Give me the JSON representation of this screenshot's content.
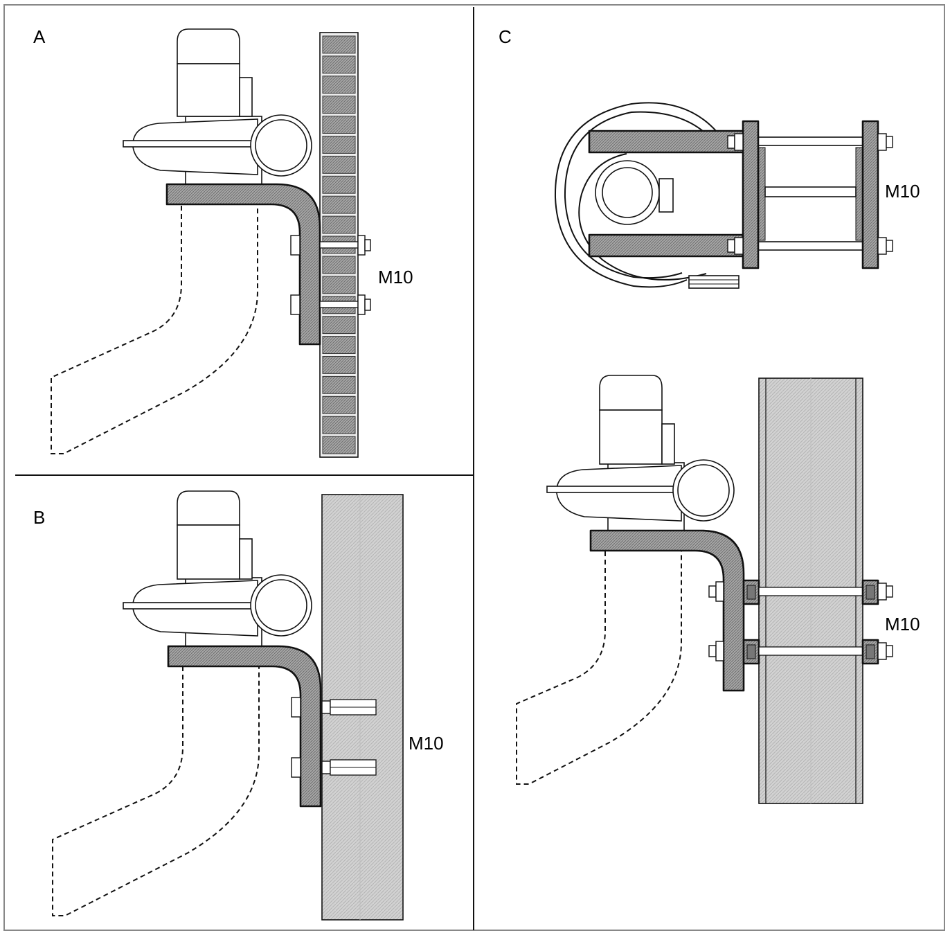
{
  "panels": {
    "a": {
      "label": "A",
      "bolt_label": "M10"
    },
    "b": {
      "label": "B",
      "bolt_label": "M10"
    },
    "c": {
      "label": "C",
      "top_bolt_label": "M10",
      "side_bolt_label": "M10"
    }
  },
  "colors": {
    "frame": "#888888",
    "line": "#111111",
    "bracket_fill": "#9a9a9a",
    "wall_fill": "#cfcfcf"
  }
}
